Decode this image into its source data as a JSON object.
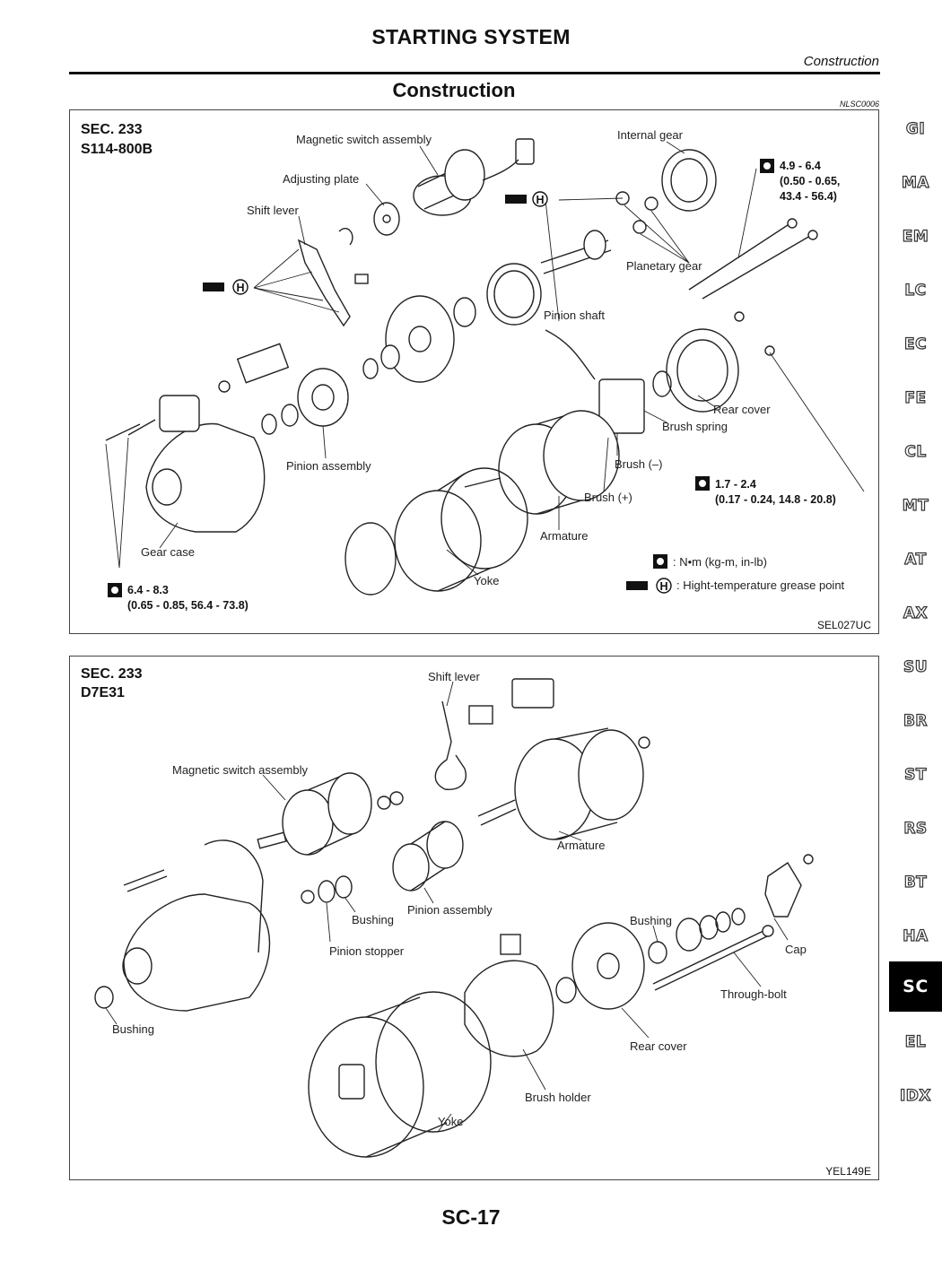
{
  "header": {
    "title": "STARTING SYSTEM",
    "subtitle": "Construction"
  },
  "section": {
    "title": "Construction",
    "ref_code": "NLSC0006"
  },
  "figure1": {
    "sec": "SEC. 233",
    "model": "S114-800B",
    "fig_id": "SEL027UC",
    "labels": {
      "magnetic_switch": "Magnetic switch assembly",
      "adjusting_plate": "Adjusting plate",
      "shift_lever": "Shift lever",
      "internal_gear": "Internal gear",
      "planetary_gear": "Planetary gear",
      "pinion_shaft": "Pinion shaft",
      "rear_cover": "Rear cover",
      "brush_spring": "Brush spring",
      "brush_minus": "Brush (–)",
      "brush_plus": "Brush (+)",
      "pinion_assembly": "Pinion assembly",
      "armature": "Armature",
      "gear_case": "Gear case",
      "yoke": "Yoke"
    },
    "torque1": {
      "line1": "4.9 - 6.4",
      "line2": "(0.50 - 0.65,",
      "line3": "43.4 - 56.4)"
    },
    "torque2": {
      "line1": "1.7 - 2.4",
      "line2": "(0.17 - 0.24, 14.8 - 20.8)"
    },
    "torque3": {
      "line1": "6.4 - 8.3",
      "line2": "(0.65 - 0.85, 56.4 - 73.8)"
    },
    "legend": {
      "torque": ": N•m (kg-m, in-lb)",
      "grease": ": Hight-temperature grease point",
      "grease_letter": "H"
    }
  },
  "figure2": {
    "sec": "SEC. 233",
    "model": "D7E31",
    "fig_id": "YEL149E",
    "labels": {
      "shift_lever": "Shift lever",
      "magnetic_switch": "Magnetic switch assembly",
      "armature": "Armature",
      "bushing_a": "Bushing",
      "pinion_assembly": "Pinion assembly",
      "pinion_stopper": "Pinion stopper",
      "bushing_b": "Bushing",
      "cap": "Cap",
      "through_bolt": "Through-bolt",
      "bushing_c": "Bushing",
      "rear_cover": "Rear cover",
      "brush_holder": "Brush holder",
      "yoke": "Yoke"
    }
  },
  "side_tabs": [
    "GI",
    "MA",
    "EM",
    "LC",
    "EC",
    "FE",
    "CL",
    "MT",
    "AT",
    "AX",
    "SU",
    "BR",
    "ST",
    "RS",
    "BT",
    "HA",
    "SC",
    "EL",
    "IDX"
  ],
  "active_tab": "SC",
  "footer": {
    "page": "SC-17"
  }
}
